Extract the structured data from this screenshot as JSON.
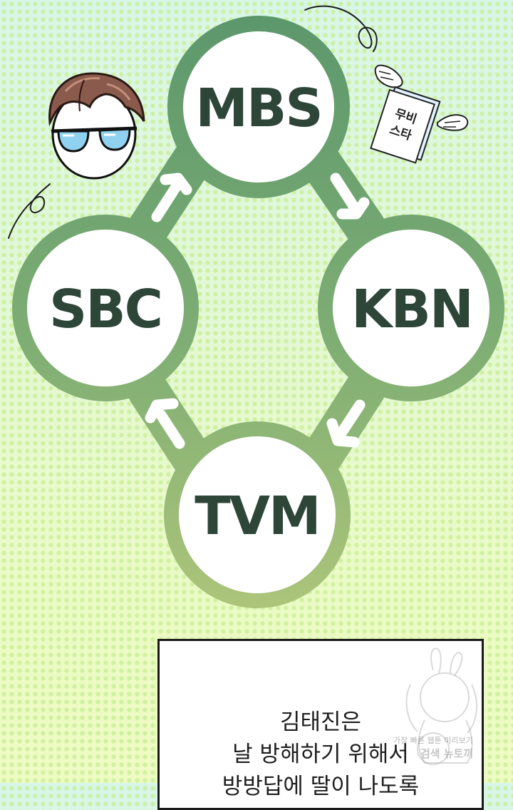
{
  "diagram": {
    "nodes": [
      {
        "id": "mbs",
        "label": "MBS"
      },
      {
        "id": "kbn",
        "label": "KBN"
      },
      {
        "id": "tvm",
        "label": "TVM"
      },
      {
        "id": "sbc",
        "label": "SBC"
      }
    ],
    "edges": [
      {
        "from": "mbs",
        "to": "kbn"
      },
      {
        "from": "kbn",
        "to": "tvm"
      },
      {
        "from": "tvm",
        "to": "sbc"
      },
      {
        "from": "sbc",
        "to": "mbs"
      }
    ]
  },
  "sticker": {
    "line1": "무비",
    "line2": "스타"
  },
  "colors": {
    "ring_top": "#5f9a6e",
    "ring_bottom": "#a9c278",
    "label": "#2d4638",
    "background": "#e9fbc9"
  },
  "narration": {
    "line1": "김태진은",
    "line2": "날 방해하기 위해서",
    "line3": "방방답에 딸이 나도록"
  },
  "watermark": {
    "line1": "가장 빠른 웹툰 미리보기",
    "line2": "검색 뉴토끼"
  },
  "icons": {
    "character": "sunglasses-character-icon",
    "sticker": "winged-newspaper-icon",
    "scribble": "scribble-icon"
  }
}
